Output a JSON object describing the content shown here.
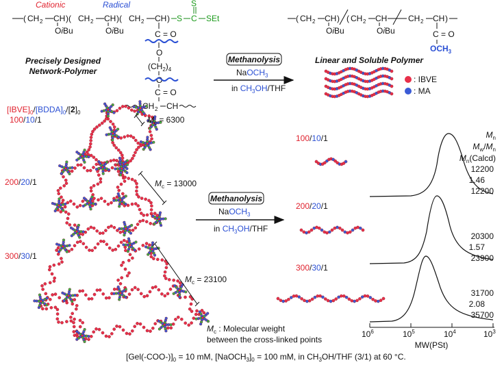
{
  "monomer_structure": {
    "cationic_label": "Cationic",
    "radical_label": "Radical",
    "ch2": "CH",
    "ch": "CH",
    "sub2": "2",
    "oibu": "O",
    "ibu_i": "i",
    "ibu_bu": "Bu",
    "s_top": "S",
    "s_left": "S",
    "c": "C",
    "set": "SEt",
    "c_eq_o": "C = O",
    "o": "O",
    "ch2_4": "(CH",
    "ch2_4_sub": "2",
    "ch2_4_tail": ")",
    "ch2_4_n": "4",
    "bottom_chain": "CH",
    "bottom_ch": "CH"
  },
  "network_label": [
    "Precisely Designed",
    "Network-Polymer"
  ],
  "methanolysis_top": {
    "title": "Methanolysis",
    "reagent_na": "Na",
    "reagent_och3": "OCH",
    "reagent_sub": "3",
    "solvent_in": "in ",
    "solvent_ch3oh": "CH",
    "solvent_sub": "3",
    "solvent_oh": "OH",
    "solvent_thf": "/THF"
  },
  "linear_polymer": {
    "title": "Linear and Soluble Polymer",
    "och3": "OCH",
    "och3_sub": "3",
    "legend_ibve": ": IBVE",
    "legend_ma": ": MA",
    "colors": {
      "ibve": "#e8304a",
      "ma": "#3b5bd6"
    }
  },
  "feed_ratio_header": {
    "ibve": "[IBVE]",
    "sub0a": "0",
    "bdda": "[BDDA]",
    "sub0b": "0",
    "cta_open": "/[",
    "cta": "2",
    "cta_close": "]",
    "sub0c": "0"
  },
  "networks": [
    {
      "ratio_a": "100",
      "ratio_b": "10",
      "ratio_c": "1",
      "mc_label": "M",
      "mc_sub": "c",
      "mc_value": " = 6300"
    },
    {
      "ratio_a": "200",
      "ratio_b": "20",
      "ratio_c": "1",
      "mc_label": "M",
      "mc_sub": "c",
      "mc_value": " = 13000"
    },
    {
      "ratio_a": "300",
      "ratio_b": "30",
      "ratio_c": "1",
      "mc_label": "M",
      "mc_sub": "c",
      "mc_value": " = 23100"
    }
  ],
  "methanolysis_mid": {
    "title": "Methanolysis",
    "reagent_na": "Na",
    "reagent_och3": "OCH",
    "reagent_sub": "3",
    "solvent_in": "in ",
    "solvent_ch3oh": "CH",
    "solvent_sub": "3",
    "solvent_oh": "OH",
    "solvent_thf": "/THF"
  },
  "products": [
    {
      "ratio_a": "100",
      "ratio_b": "10",
      "ratio_c": "1",
      "mn": "12200",
      "pdi": "1.46",
      "calcd": "12200"
    },
    {
      "ratio_a": "200",
      "ratio_b": "20",
      "ratio_c": "1",
      "mn": "20300",
      "pdi": "1.57",
      "calcd": "23900"
    },
    {
      "ratio_a": "300",
      "ratio_b": "30",
      "ratio_c": "1",
      "mn": "31700",
      "pdi": "2.08",
      "calcd": "35700"
    }
  ],
  "gpc_header": {
    "mn": "M",
    "mn_sub": "n",
    "mw": "M",
    "mw_sub": "w",
    "slash": "/",
    "mn2": "M",
    "mn2_sub": "n",
    "calcd_m": "M",
    "calcd_sub": "n",
    "calcd_tail": "(Calcd)"
  },
  "gpc_axis": {
    "ticks": [
      {
        "base": "10",
        "exp": "6"
      },
      {
        "base": "10",
        "exp": "5"
      },
      {
        "base": "10",
        "exp": "4"
      },
      {
        "base": "10",
        "exp": "3"
      }
    ],
    "label": "MW(PSt)"
  },
  "mc_definition": {
    "m": "M",
    "sub": "c",
    "line1": " : Molecular weight",
    "line2": "between the cross-linked points"
  },
  "conditions": {
    "gel": "[Gel(-COO-)]",
    "sub0a": "0",
    "gel_val": " = 10 mM, [NaOCH",
    "sub3a": "3",
    "naoch3_close": "]",
    "sub0b": "0",
    "rest1": " = 100 mM, in CH",
    "sub3b": "3",
    "rest2": "OH/THF (3/1) at 60 °C."
  }
}
